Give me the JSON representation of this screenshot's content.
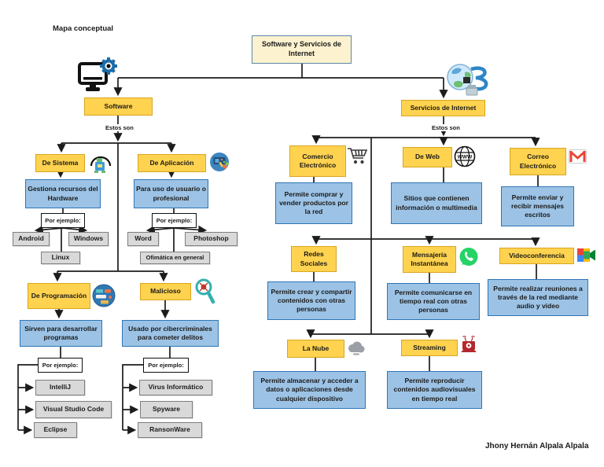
{
  "page": {
    "title": "Mapa conceptual",
    "author": "Jhony Hernán Alpala Alpala"
  },
  "labels": {
    "estos_son": "Estos son",
    "por_ejemplo": "Por ejemplo:"
  },
  "root": {
    "label": "Software y Servicios de Internet"
  },
  "software": {
    "label": "Software",
    "branches": {
      "de_sistema": {
        "label": "De Sistema",
        "desc": "Gestiona recursos del Hardware",
        "examples": [
          "Android",
          "Windows",
          "Linux"
        ]
      },
      "de_aplicacion": {
        "label": "De Aplicación",
        "desc": "Para uso de usuario o profesional",
        "examples": [
          "Word",
          "Photoshop",
          "Ofimática en general"
        ]
      },
      "de_programacion": {
        "label": "De Programación",
        "desc": "Sirven para desarrollar programas",
        "examples": [
          "IntelliJ",
          "Visual Studio Code",
          "Eclipse"
        ]
      },
      "malicioso": {
        "label": "Malicioso",
        "desc": "Usado por cibercriminales para cometer delitos",
        "examples": [
          "Virus Informático",
          "Spyware",
          "RansonWare"
        ]
      }
    }
  },
  "internet": {
    "label": "Servicios de Internet",
    "services": {
      "comercio": {
        "label": "Comercio Electrónico",
        "desc": "Permite comprar y vender productos por la red"
      },
      "web": {
        "label": "De Web",
        "desc": "Sitios que contienen información o multimedia"
      },
      "correo": {
        "label": "Correo Electrónico",
        "desc": "Permite enviar y recibir mensajes escritos"
      },
      "redes": {
        "label": "Redes Sociales",
        "desc": "Permite crear y compartir contenidos con otras personas"
      },
      "mensajeria": {
        "label": "Mensajería Instantánea",
        "desc": "Permite comunicarse en tiempo real con otras personas"
      },
      "video": {
        "label": "Videoconferencia",
        "desc": "Permite realizar reuniones a través de la red mediante audio y video"
      },
      "nube": {
        "label": "La Nube",
        "desc": "Permite almacenar y acceder a datos o aplicaciones desde cualquier dispositivo"
      },
      "streaming": {
        "label": "Streaming",
        "desc": "Permite reproducir contenidos audiovisuales en tiempo real"
      }
    }
  },
  "icons": {
    "software": "computer-gear-icon",
    "internet": "globe-cable-icon",
    "de_sistema": "system-machine-icon",
    "de_aplicacion": "app-sphere-icon",
    "de_programacion": "code-sphere-icon",
    "malicioso": "magnifier-bug-icon",
    "comercio": "shopping-cart-icon",
    "web": "www-globe-icon",
    "correo": "gmail-icon",
    "redes": "social-media-grid-icon",
    "mensajeria": "whatsapp-icon",
    "video": "meet-camera-icon",
    "nube": "cloud-icon",
    "streaming": "broadcast-laptop-icon"
  },
  "colors": {
    "node_gold": "#FFD34F",
    "node_pale_yellow": "#FCF2CF",
    "node_blue": "#9CC3E5",
    "node_blue_border": "#2E75B6",
    "node_gray": "#D9D9D9",
    "line": "#1c1c1c"
  }
}
